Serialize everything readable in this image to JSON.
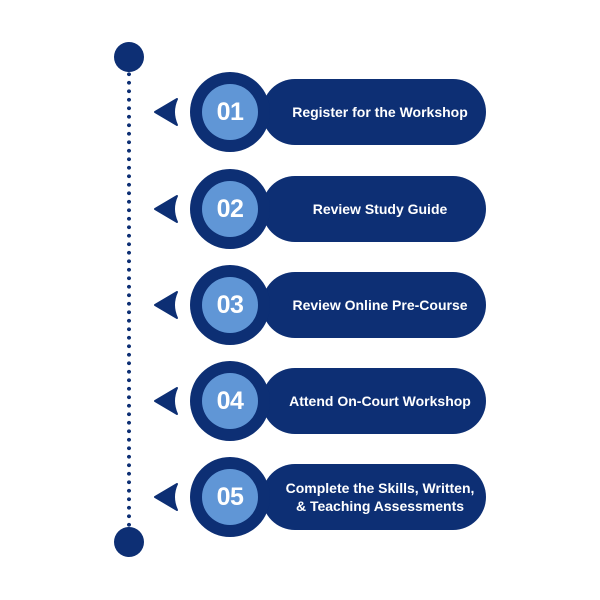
{
  "diagram": {
    "type": "vertical-step-timeline",
    "colors": {
      "primary": "#0d2f74",
      "accent": "#6096d6",
      "text": "#ffffff",
      "background": "#ffffff"
    },
    "steps": [
      {
        "number": "01",
        "label": "Register for the Workshop"
      },
      {
        "number": "02",
        "label": "Review Study Guide"
      },
      {
        "number": "03",
        "label": "Review Online Pre-Course"
      },
      {
        "number": "04",
        "label": "Attend On-Court Workshop"
      },
      {
        "number": "05",
        "label": "Complete the Skills, Written, & Teaching Assessments"
      }
    ]
  }
}
